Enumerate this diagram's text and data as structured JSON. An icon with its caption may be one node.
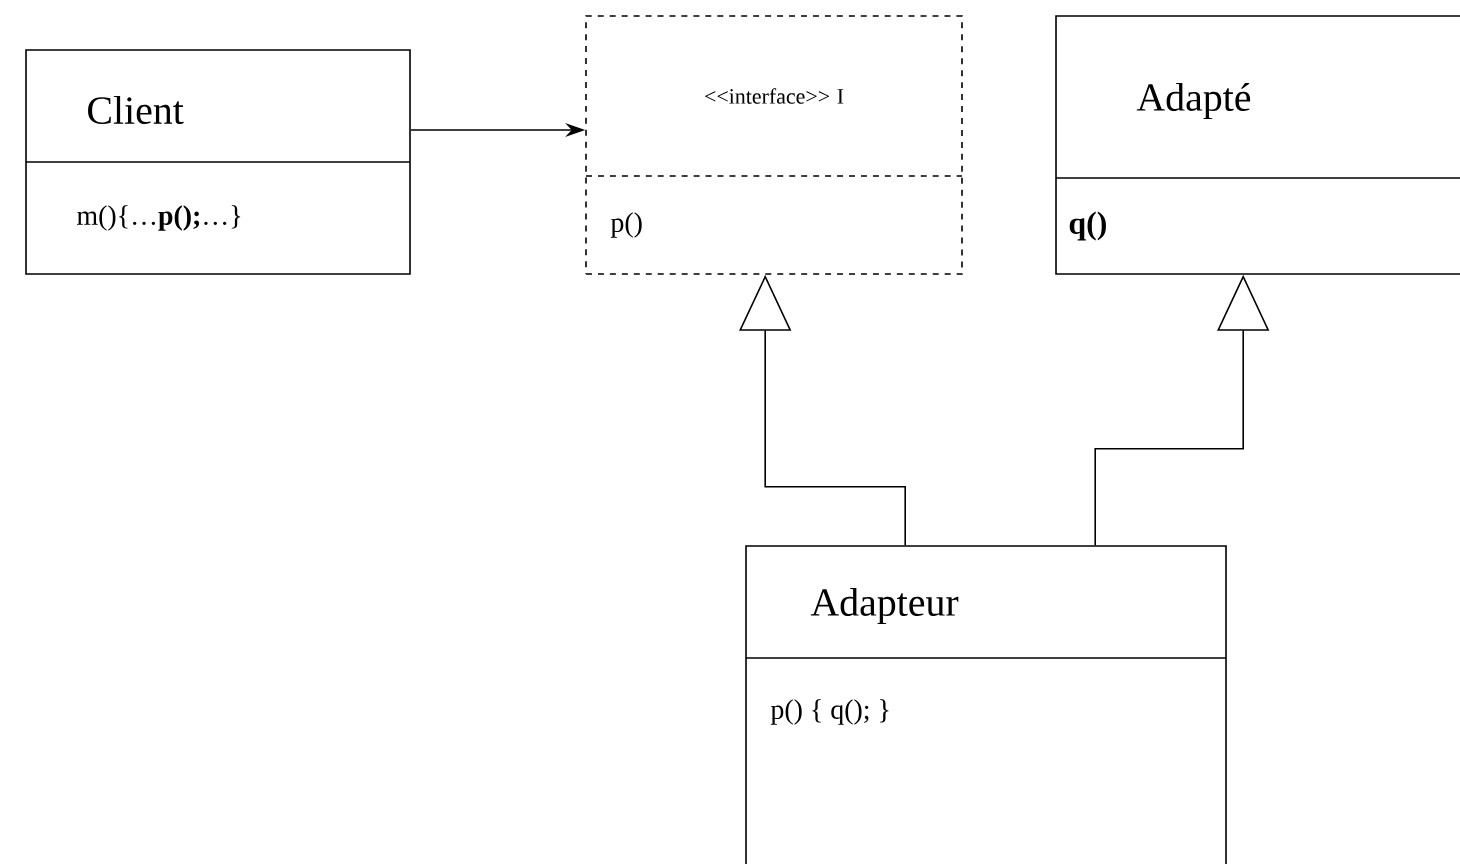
{
  "diagram": {
    "nodes": [
      {
        "text": [
          "Client",
          "m(){…**p();**…}"
        ]
      },
      {
        "text": [
          "<<interface>> I",
          "p()"
        ]
      },
      {
        "text": [
          "Adapté",
          "q()"
        ]
      },
      {
        "text": [
          "Adapteur",
          "p() {  q();  }"
        ]
      }
    ],
    "edges": [
      {
        "from": 0,
        "to": 1,
        "arrow": "to"
      },
      {
        "from": 3,
        "to": 1,
        "arrow": "to"
      },
      {
        "from": 3,
        "to": 2,
        "arrow": "to"
      }
    ]
  }
}
